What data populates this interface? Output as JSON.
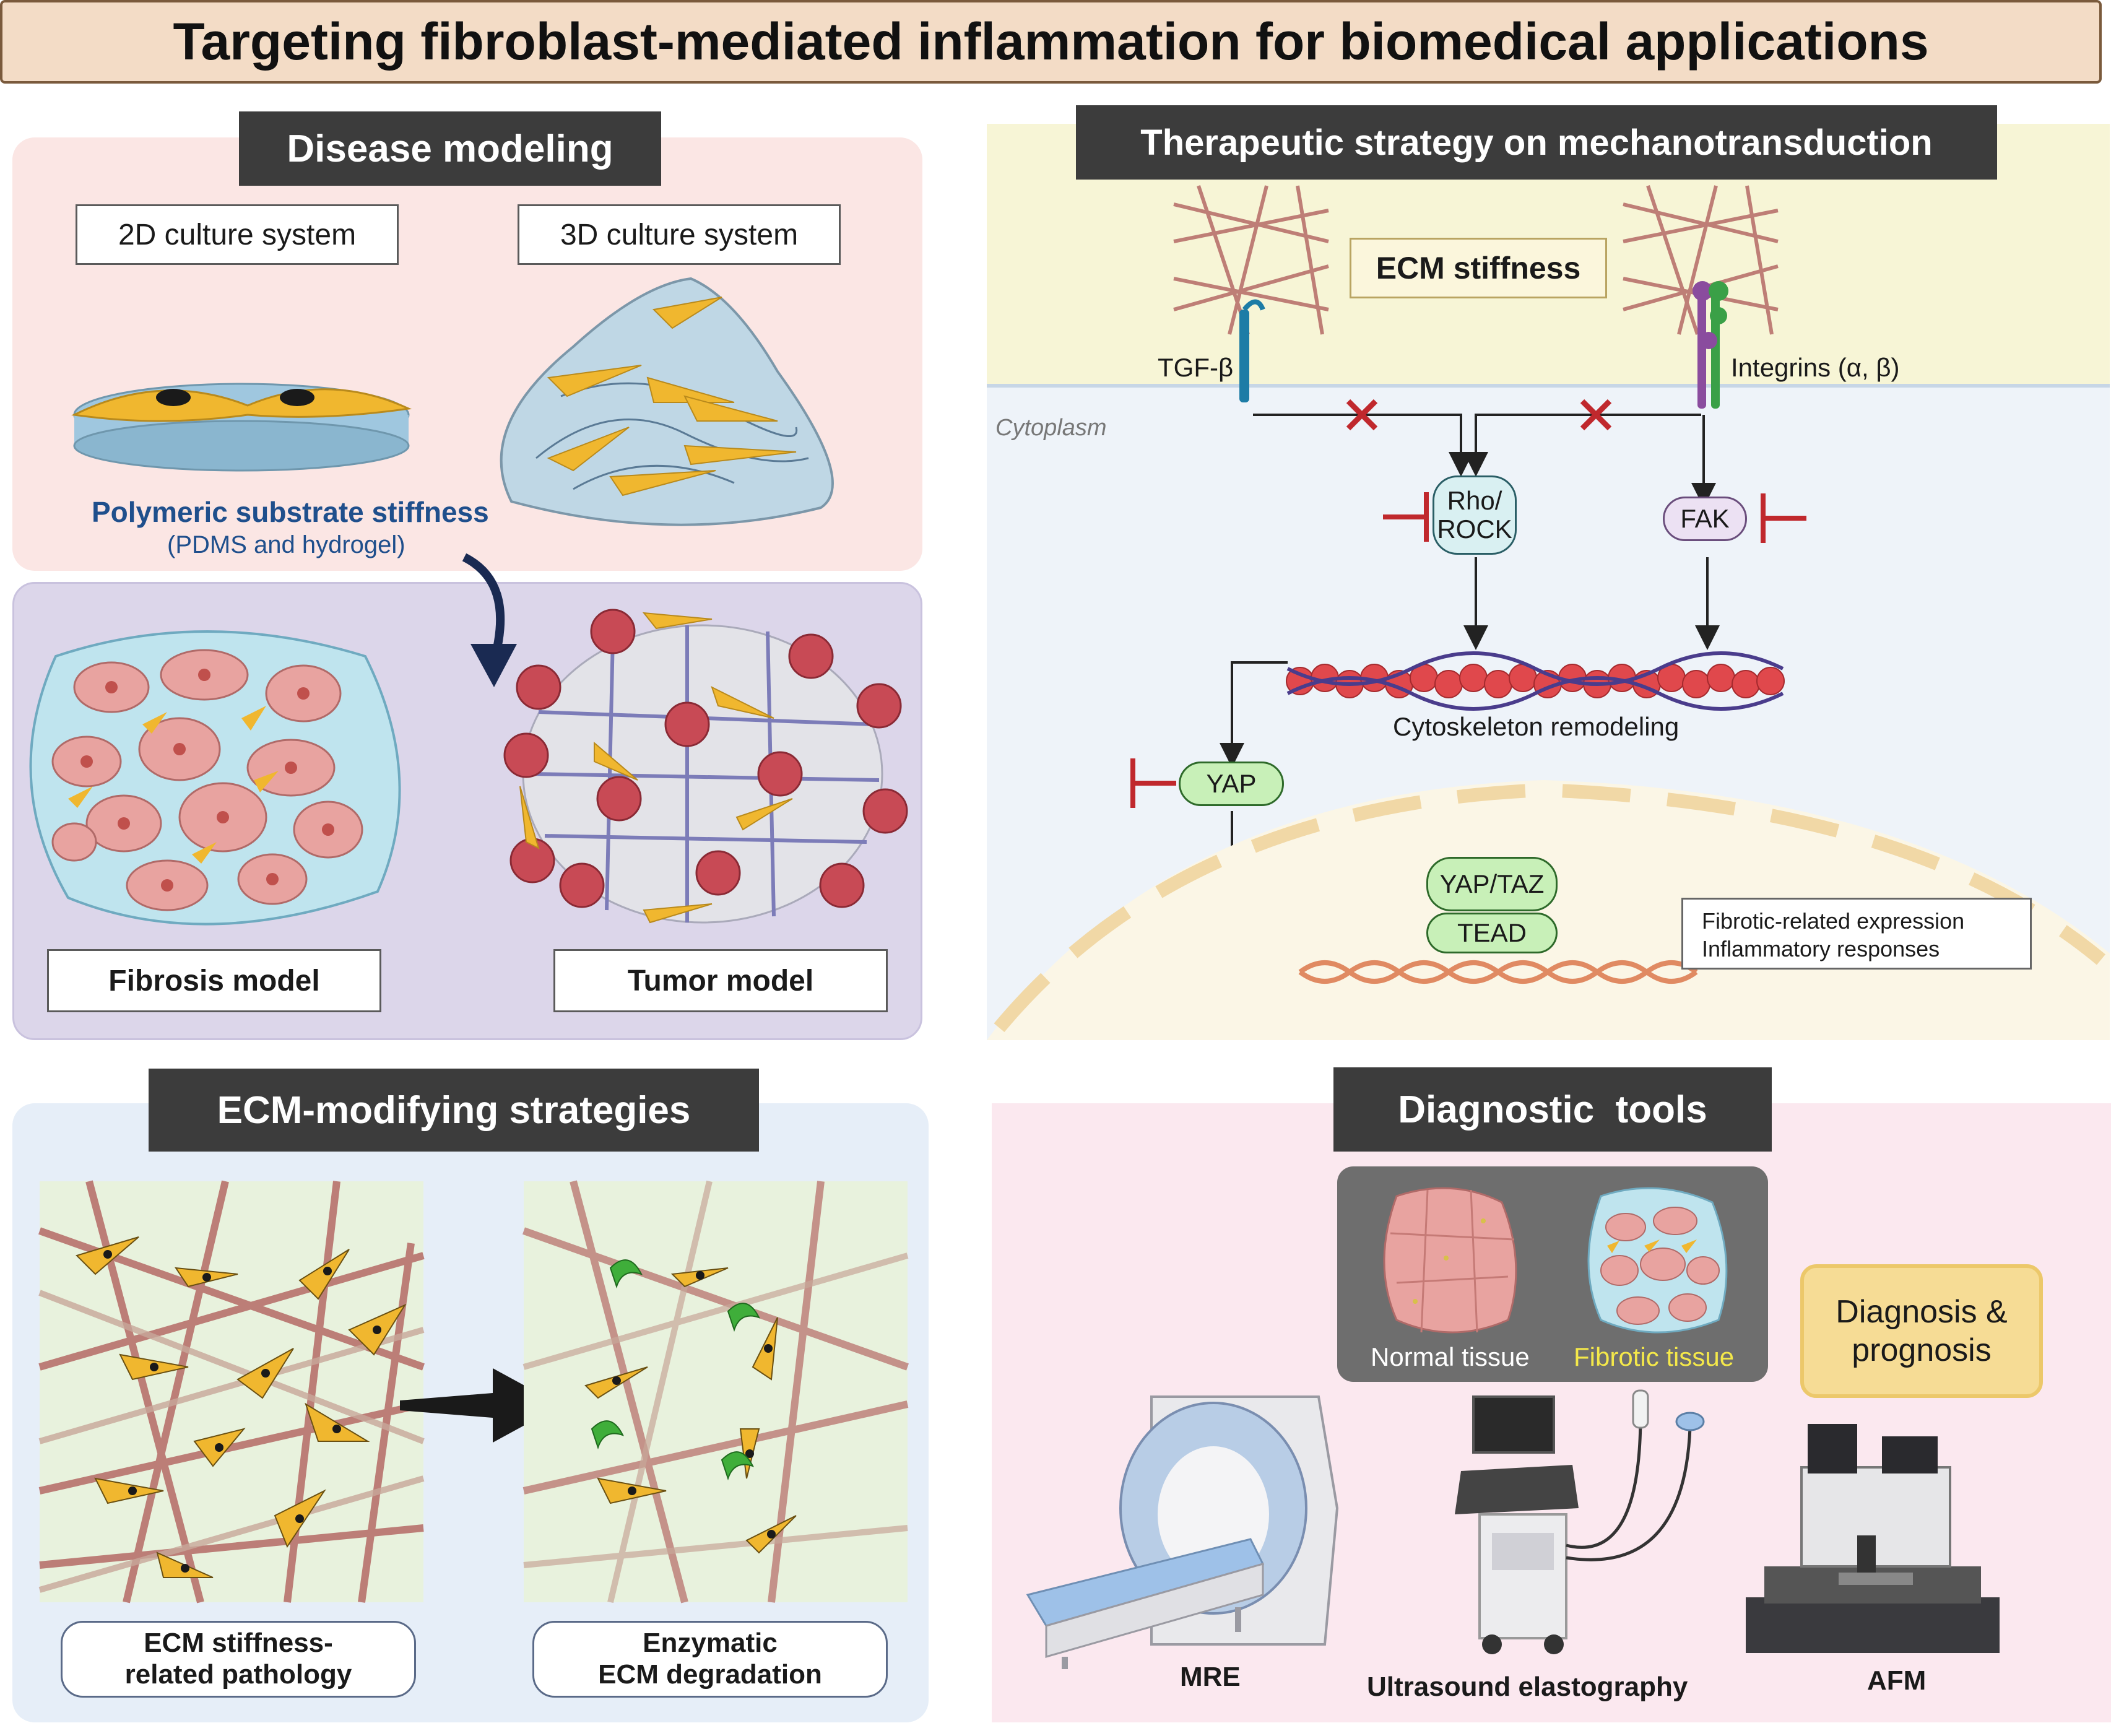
{
  "title": "Targeting fibroblast-mediated inflammation for biomedical applications",
  "disease_modeling": {
    "heading": "Disease modeling",
    "culture_2d": "2D culture system",
    "culture_3d": "3D culture system",
    "substrate_title": "Polymeric substrate stiffness",
    "substrate_sub": "(PDMS and hydrogel)",
    "fibrosis_model": "Fibrosis model",
    "tumor_model": "Tumor model"
  },
  "therapeutic": {
    "heading": "Therapeutic strategy on mechanotransduction",
    "ecm_stiffness": "ECM stiffness",
    "tgf_beta": "TGF-β",
    "integrins": "Integrins (α, β)",
    "cytoplasm": "Cytoplasm",
    "rho_rock_1": "Rho/",
    "rho_rock_2": "ROCK",
    "fak": "FAK",
    "cytoskeleton": "Cytoskeleton remodeling",
    "yap": "YAP",
    "yap_taz": "YAP/TAZ",
    "tead": "TEAD",
    "expression_1": "Fibrotic-related expression",
    "expression_2": "Inflammatory responses"
  },
  "ecm_modifying": {
    "heading": "ECM-modifying strategies",
    "left_label_1": "ECM stiffness-",
    "left_label_2": "related pathology",
    "right_label_1": "Enzymatic",
    "right_label_2": "ECM degradation"
  },
  "diagnostic": {
    "heading": "Diagnostic  tools",
    "normal_tissue": "Normal tissue",
    "fibrotic_tissue": "Fibrotic tissue",
    "diagnosis_1": "Diagnosis &",
    "diagnosis_2": "prognosis",
    "mre": "MRE",
    "ultrasound": "Ultrasound elastography",
    "afm": "AFM"
  },
  "colors": {
    "disease_top_bg": "#fbe6e4",
    "disease_bottom_bg": "#dcd6ea",
    "therapy_top_bg": "#f7f5d6",
    "therapy_bottom_bg": "#eef3f9",
    "ecm_bg": "#e6eef8",
    "diag_bg": "#fbe8ef",
    "inhibit_red": "#c0282d",
    "fibroblast": "#f0b72f",
    "collagen": "#b56a66"
  }
}
